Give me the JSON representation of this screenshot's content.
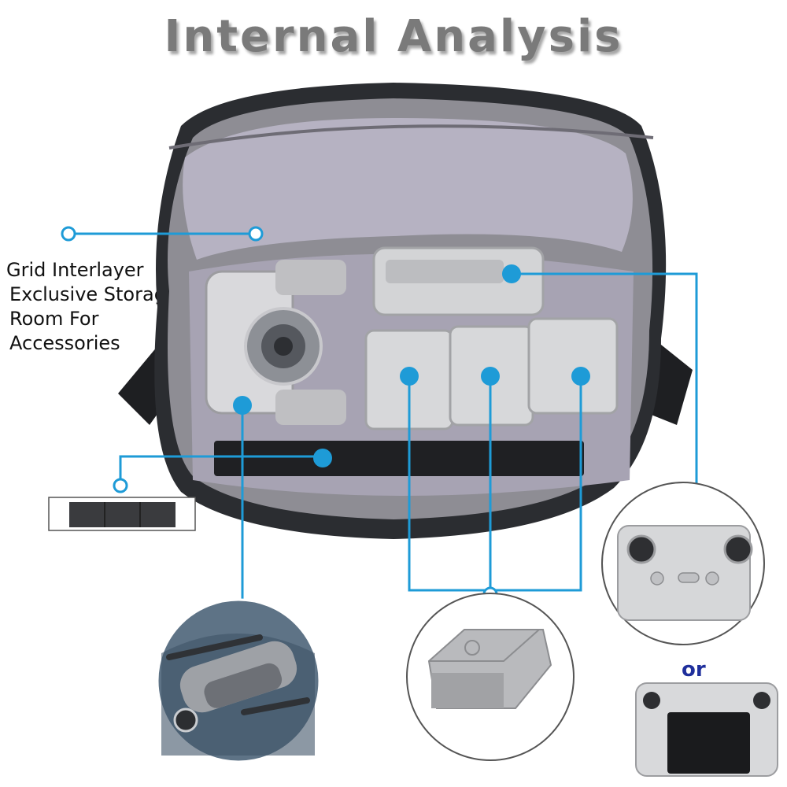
{
  "title": "Internal Analysis",
  "callout": {
    "line1": "Grid Interlayer",
    "line2": "Exclusive Storage",
    "line3": "Room For",
    "line4": "Accessories"
  },
  "or_label": "or",
  "colors": {
    "accent": "#1e9bd7",
    "title": "#7a7a7a",
    "or": "#1f2f9c",
    "bag_outer": "#2b2d31",
    "bag_inner": "#b4b0bf"
  }
}
